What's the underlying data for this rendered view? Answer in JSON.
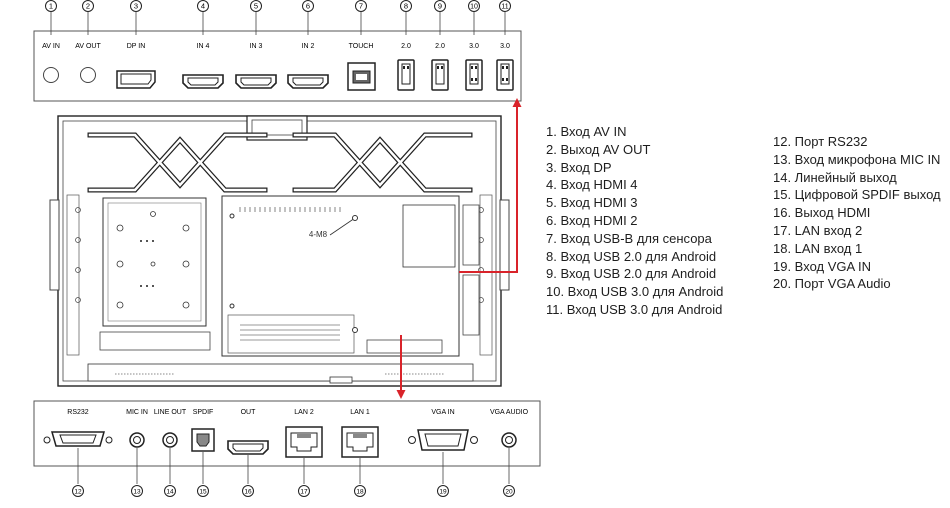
{
  "top_panel": {
    "ports": [
      {
        "num": "1",
        "label": "AV IN"
      },
      {
        "num": "2",
        "label": "AV OUT"
      },
      {
        "num": "3",
        "label": "DP IN"
      },
      {
        "num": "4",
        "label": "IN 4"
      },
      {
        "num": "5",
        "label": "IN 3"
      },
      {
        "num": "6",
        "label": "IN 2"
      },
      {
        "num": "7",
        "label": "TOUCH"
      },
      {
        "num": "8",
        "label": "2.0"
      },
      {
        "num": "9",
        "label": "2.0"
      },
      {
        "num": "10",
        "label": "3.0"
      },
      {
        "num": "11",
        "label": "3.0"
      }
    ]
  },
  "bottom_panel": {
    "ports": [
      {
        "num": "12",
        "label": "RS232"
      },
      {
        "num": "13",
        "label": "MIC IN"
      },
      {
        "num": "14",
        "label": "LINE OUT"
      },
      {
        "num": "15",
        "label": "SPDIF"
      },
      {
        "num": "16",
        "label": "OUT"
      },
      {
        "num": "17",
        "label": "LAN 2"
      },
      {
        "num": "18",
        "label": "LAN 1"
      },
      {
        "num": "19",
        "label": "VGA IN"
      },
      {
        "num": "20",
        "label": "VGA AUDIO"
      }
    ]
  },
  "device": {
    "mount_label": "4-M8"
  },
  "legend": {
    "left": [
      "1. Вход AV IN",
      "2. Выход AV OUT",
      "3. Вход DP",
      "4. Вход HDMI 4",
      "5. Вход HDMI 3",
      "6. Вход HDMI 2",
      "7. Вход USB-B для сенсора",
      "8. Вход USB 2.0 для Android",
      "9. Вход USB 2.0 для Android",
      "10. Вход USB 3.0 для Android",
      "11. Вход USB 3.0 для Android"
    ],
    "right": [
      "12. Порт RS232",
      "13. Вход микрофона MIC IN",
      "14. Линейный выход",
      "15. Цифровой SPDIF выход",
      "16. Выход HDMI",
      "17. LAN вход 2",
      "18. LAN вход 1",
      "19. Вход VGA IN",
      "20. Порт VGA Audio"
    ]
  },
  "colors": {
    "arrow": "#d9232a",
    "line": "#444444",
    "panel_border": "#555555"
  }
}
